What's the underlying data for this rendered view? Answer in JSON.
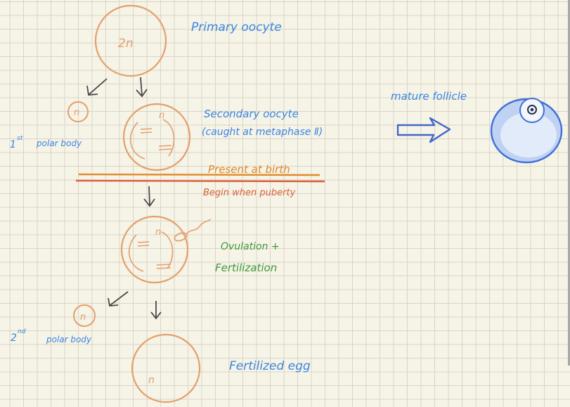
{
  "colors": {
    "cell": "#e3a06a",
    "blue_text": "#3a86e0",
    "green_text": "#3e9a3a",
    "orange_text": "#e08a2a",
    "red_text": "#d9603a",
    "arrow": "#4a4a4a",
    "big_arrow": "#4466c8",
    "follicle_fill": "#b8cdf2",
    "follicle_stroke": "#3f6fd8"
  },
  "cells": {
    "primary_ploidy": "2n",
    "first_polar_ploidy": "n",
    "secondary_ploidy": "n",
    "ovulated_ploidy": "n",
    "second_polar_ploidy": "n",
    "fertilized_ploidy": "n"
  },
  "labels": {
    "primary_oocyte": "Primary oocyte",
    "first_polar_sup": "st",
    "first_polar_num": "1",
    "first_polar_text": "polar body",
    "secondary_line1": "Secondary oocyte",
    "secondary_line2": "(caught at metaphase Ⅱ)",
    "present_at_birth": "Present at birth",
    "begin_puberty": "Begin when puberty",
    "ovulation": "Ovulation +",
    "fertilization": "Fertilization",
    "second_polar_num": "2",
    "second_polar_sup": "nd",
    "second_polar_text": "polar body",
    "fertilized_egg": "Fertilized egg",
    "mature_follicle": "mature follicle"
  }
}
